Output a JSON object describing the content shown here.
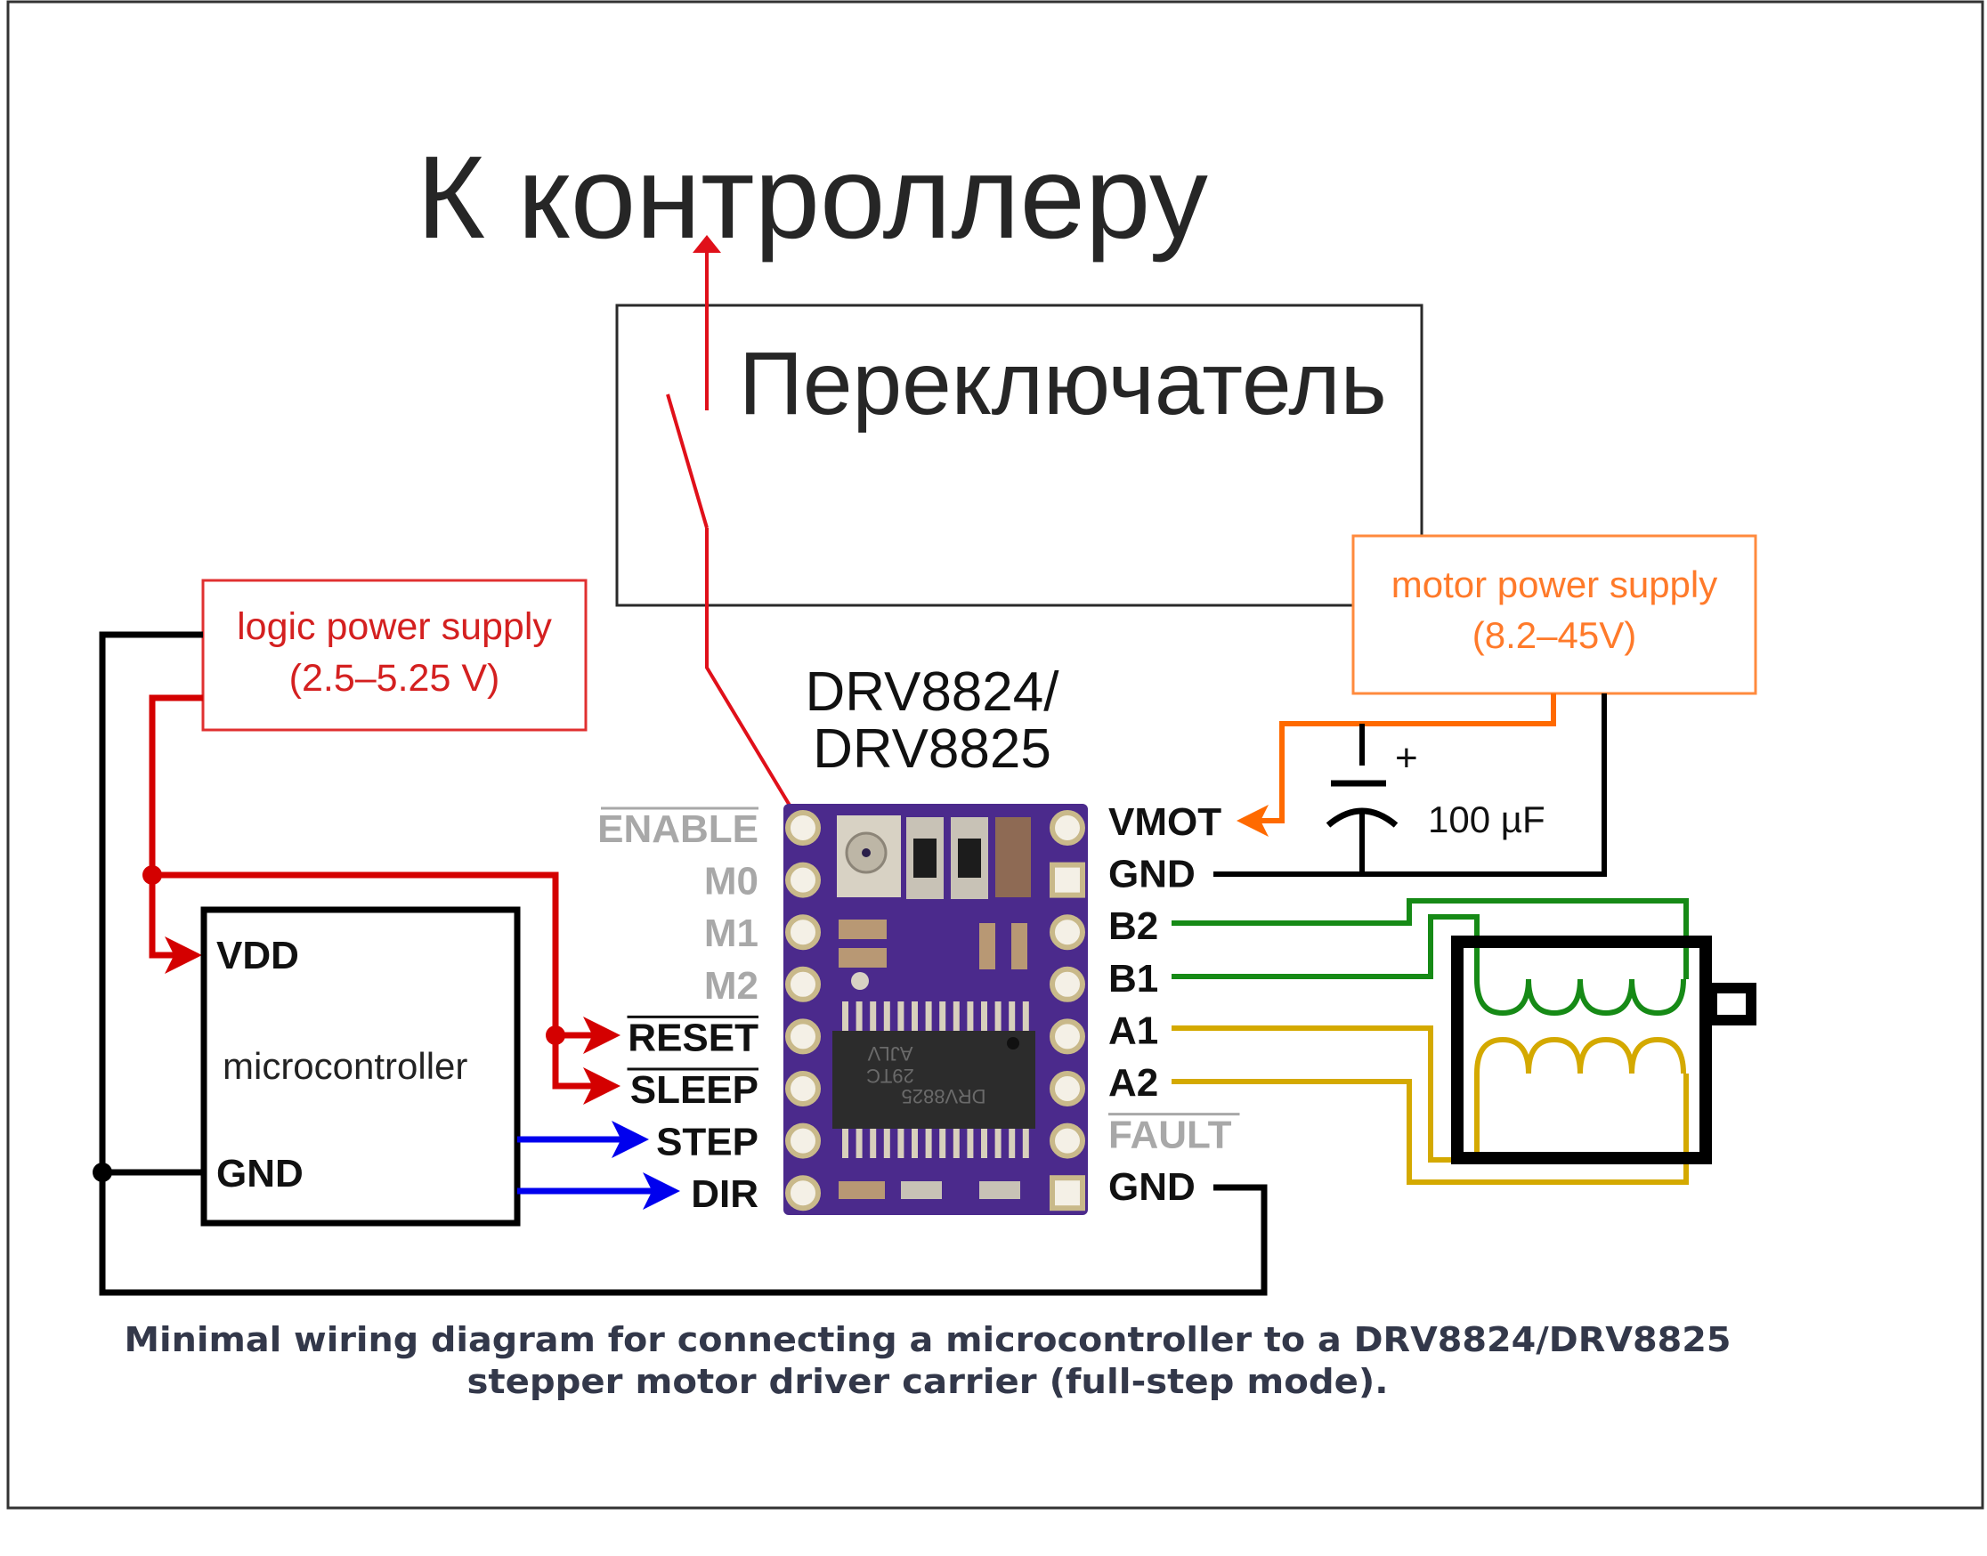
{
  "slide": {
    "heading": "К контроллеру",
    "switch_label": "Переключатель"
  },
  "diagram": {
    "logic_supply": {
      "line1": "logic power supply",
      "line2": "(2.5–5.25 V)"
    },
    "motor_supply": {
      "line1": "motor power supply",
      "line2": "(8.2–45V)"
    },
    "driver_title": {
      "line1": "DRV8824/",
      "line2": "DRV8825"
    },
    "microcontroller": {
      "label": "microcontroller",
      "vdd": "VDD",
      "gnd": "GND"
    },
    "capacitor": {
      "value": "100 µF",
      "polarity": "+"
    },
    "left_pins": [
      {
        "label": "ENABLE",
        "overbar": true,
        "active": false
      },
      {
        "label": "M0",
        "overbar": false,
        "active": false
      },
      {
        "label": "M1",
        "overbar": false,
        "active": false
      },
      {
        "label": "M2",
        "overbar": false,
        "active": false
      },
      {
        "label": "RESET",
        "overbar": true,
        "active": true
      },
      {
        "label": "SLEEP",
        "overbar": true,
        "active": true
      },
      {
        "label": "STEP",
        "overbar": false,
        "active": true
      },
      {
        "label": "DIR",
        "overbar": false,
        "active": true
      }
    ],
    "right_pins": [
      {
        "label": "VMOT",
        "overbar": false,
        "active": true
      },
      {
        "label": "GND",
        "overbar": false,
        "active": true
      },
      {
        "label": "B2",
        "overbar": false,
        "active": true
      },
      {
        "label": "B1",
        "overbar": false,
        "active": true
      },
      {
        "label": "A1",
        "overbar": false,
        "active": true
      },
      {
        "label": "A2",
        "overbar": false,
        "active": true
      },
      {
        "label": "FAULT",
        "overbar": true,
        "active": false
      },
      {
        "label": "GND",
        "overbar": false,
        "active": true
      }
    ],
    "chip_marking": [
      "DRV8825",
      "29TC",
      "AJLV"
    ],
    "colors": {
      "logic": "#d40000",
      "signal": "#0000ee",
      "motor_power": "#ff6a00",
      "coil_b": "#168a16",
      "coil_a": "#d4a900",
      "ground": "#000000",
      "pcb": "#4b2a8c",
      "switch_wire": "#e0101a"
    }
  },
  "caption": {
    "line1": "Minimal wiring diagram for connecting a microcontroller to a DRV8824/DRV8825",
    "line2": "stepper motor driver carrier (full-step mode)."
  }
}
